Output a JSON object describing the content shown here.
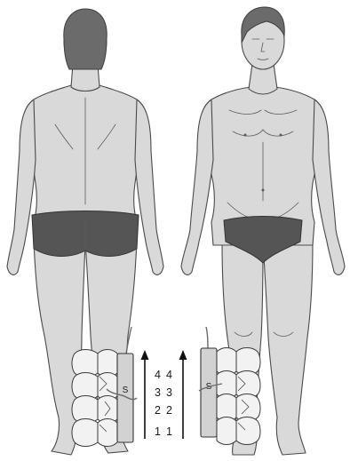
{
  "figure": {
    "background": "#ffffff",
    "skin_color": "#d9d9d9",
    "brief_color": "#555555",
    "hair_color": "#6b6b6b",
    "pad_color": "#f2f2f2",
    "stimulator_color": "#d2d2d2"
  },
  "left_figure": {
    "view": "back",
    "stimulator_label": "S",
    "levels": [
      "4",
      "3",
      "2",
      "1"
    ]
  },
  "right_figure": {
    "view": "front",
    "stimulator_label": "S",
    "levels": [
      "4",
      "3",
      "2",
      "1"
    ]
  }
}
